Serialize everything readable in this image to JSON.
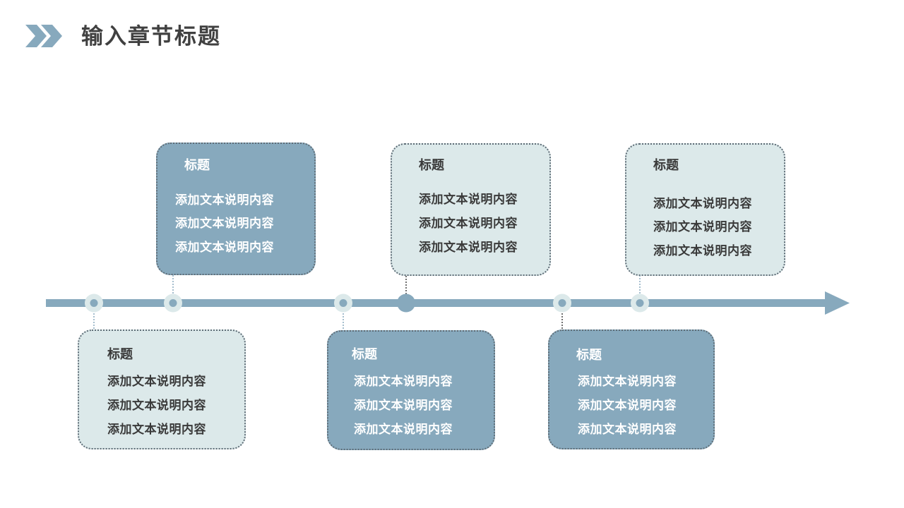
{
  "header": {
    "title": "输入章节标题",
    "icon": "double-chevron-icon",
    "accent": "#87a9bd"
  },
  "colors": {
    "dark_card": "#87a9bd",
    "light_card": "#dce9ea",
    "timeline": "#87a9bd",
    "dot_dark": "#404040"
  },
  "cards": [
    {
      "title": "标题",
      "lines": [
        "添加文本说明内容",
        "添加文本说明内容",
        "添加文本说明内容"
      ],
      "style": "light",
      "position": "below"
    },
    {
      "title": "标题",
      "lines": [
        "添加文本说明内容",
        "添加文本说明内容",
        "添加文本说明内容"
      ],
      "style": "dark",
      "position": "above"
    },
    {
      "title": "标题",
      "lines": [
        "添加文本说明内容",
        "添加文本说明内容",
        "添加文本说明内容"
      ],
      "style": "dark",
      "position": "below"
    },
    {
      "title": "标题",
      "lines": [
        "添加文本说明内容",
        "添加文本说明内容",
        "添加文本说明内容"
      ],
      "style": "light",
      "position": "above"
    },
    {
      "title": "标题",
      "lines": [
        "添加文本说明内容",
        "添加文本说明内容",
        "添加文本说明内容"
      ],
      "style": "dark",
      "position": "below"
    },
    {
      "title": "标题",
      "lines": [
        "添加文本说明内容",
        "添加文本说明内容",
        "添加文本说明内容"
      ],
      "style": "light",
      "position": "above"
    }
  ]
}
